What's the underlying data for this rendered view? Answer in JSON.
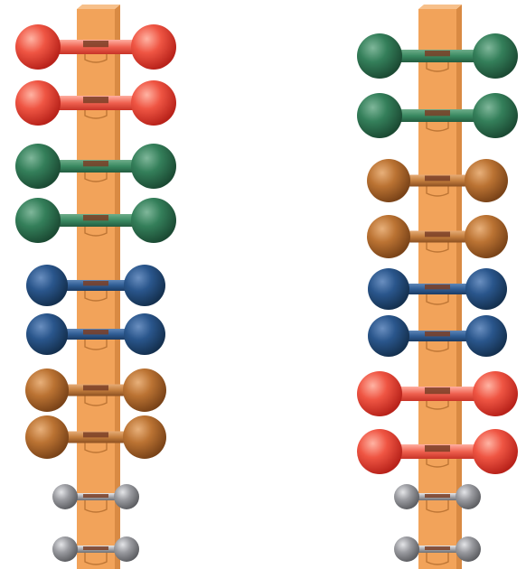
{
  "colors": {
    "red": "#e8473a",
    "green": "#2f7a55",
    "blue": "#244f82",
    "brown": "#b8702f",
    "gray": "#8d8e92",
    "pole": "#f2a35a",
    "pole_side": "#d98a43",
    "clip": "#7a3e26"
  },
  "racks": [
    {
      "name": "left-rack",
      "dumbbells": [
        "red",
        "red",
        "green",
        "green",
        "blue",
        "blue",
        "brown",
        "brown",
        "gray",
        "gray"
      ]
    },
    {
      "name": "right-rack",
      "dumbbells": [
        "green",
        "green",
        "brown",
        "brown",
        "blue",
        "blue",
        "red",
        "red",
        "gray",
        "gray"
      ]
    }
  ]
}
